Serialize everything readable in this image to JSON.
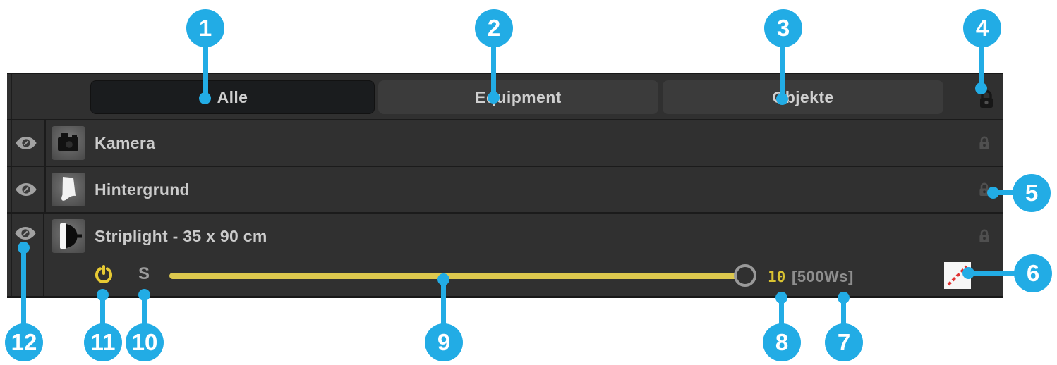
{
  "colors": {
    "accent": "#22ace5",
    "panel_bg": "#303030",
    "slider_yellow": "#ddc84e",
    "power_yellow": "#e7ca33",
    "gel_stripe_red": "#e03131"
  },
  "panel": {
    "tabs": [
      {
        "label": "Alle",
        "selected": true
      },
      {
        "label": "Equipment",
        "selected": false
      },
      {
        "label": "Objekte",
        "selected": false
      }
    ],
    "header_lock_icon": "lock-icon",
    "rows": [
      {
        "label": "Kamera",
        "icon": "camera-icon",
        "visible": true,
        "locked": true
      },
      {
        "label": "Hintergrund",
        "icon": "backdrop-icon",
        "visible": true,
        "locked": true
      },
      {
        "label": "Striplight - 35 x 90 cm",
        "icon": "striplight-icon",
        "visible": true,
        "locked": true,
        "controls": {
          "power_icon": "power-icon",
          "power_on": true,
          "mode_label": "S",
          "slider_value_percent": 100,
          "power_value": "10",
          "energy_label": "[500Ws]",
          "gel_icon": "gel-none-icon"
        }
      }
    ]
  },
  "callouts": [
    {
      "number": "1",
      "target": "tab-alle"
    },
    {
      "number": "2",
      "target": "tab-equipment"
    },
    {
      "number": "3",
      "target": "tab-objekte"
    },
    {
      "number": "4",
      "target": "lock-all-toggle"
    },
    {
      "number": "5",
      "target": "row-lock-toggle"
    },
    {
      "number": "6",
      "target": "gel-color-swatch"
    },
    {
      "number": "7",
      "target": "energy-label"
    },
    {
      "number": "8",
      "target": "power-value"
    },
    {
      "number": "9",
      "target": "power-slider"
    },
    {
      "number": "10",
      "target": "mode-s-button"
    },
    {
      "number": "11",
      "target": "power-toggle"
    },
    {
      "number": "12",
      "target": "visibility-toggle"
    }
  ]
}
